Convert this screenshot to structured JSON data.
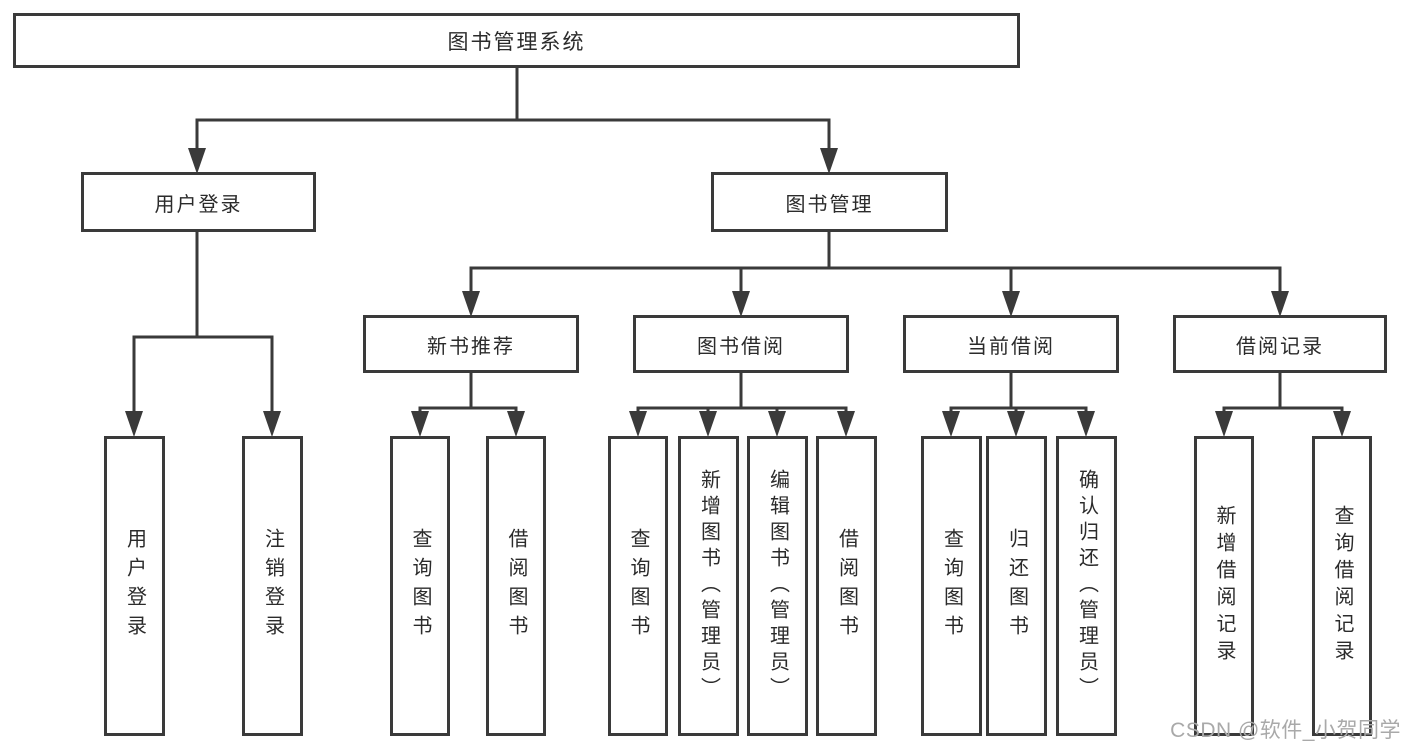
{
  "diagram": {
    "tree": {
      "label": "图书管理系统",
      "children": [
        {
          "label": "用户登录",
          "children": [
            {
              "label": "用户登录"
            },
            {
              "label": "注销登录"
            }
          ]
        },
        {
          "label": "图书管理",
          "children": [
            {
              "label": "新书推荐",
              "children": [
                {
                  "label": "查询图书"
                },
                {
                  "label": "借阅图书"
                }
              ]
            },
            {
              "label": "图书借阅",
              "children": [
                {
                  "label": "查询图书"
                },
                {
                  "label": "新增图书（管理员）"
                },
                {
                  "label": "编辑图书（管理员）"
                },
                {
                  "label": "借阅图书"
                }
              ]
            },
            {
              "label": "当前借阅",
              "children": [
                {
                  "label": "查询图书"
                },
                {
                  "label": "归还图书"
                },
                {
                  "label": "确认归还（管理员）"
                }
              ]
            },
            {
              "label": "借阅记录",
              "children": [
                {
                  "label": "新增借阅记录"
                },
                {
                  "label": "查询借阅记录"
                }
              ]
            }
          ]
        }
      ]
    },
    "colors": {
      "line": "#3a3a3a",
      "box_border": "#3a3a3a",
      "text": "#2b2b2b",
      "background": "#ffffff",
      "watermark": "#a9a9a9"
    }
  },
  "watermark": {
    "text": "CSDN @软件_小贺同学"
  }
}
